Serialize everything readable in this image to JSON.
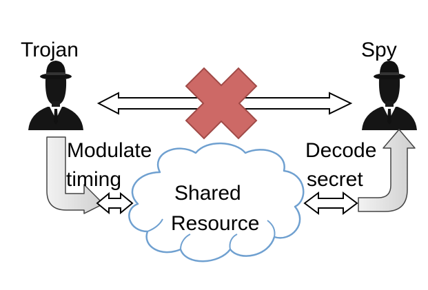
{
  "labels": {
    "trojan": "Trojan",
    "spy": "Spy",
    "modulate_line1": "Modulate",
    "modulate_line2": "timing",
    "decode_line1": "Decode",
    "decode_line2": "secret",
    "cloud_line1": "Shared",
    "cloud_line2": "Resource"
  },
  "icons": {
    "trojan": "spy-person-icon",
    "spy": "spy-person-icon",
    "blocked": "red-x-icon",
    "cloud": "cloud-icon"
  },
  "colors": {
    "cross": "#cd6966",
    "cross_edge": "#a04a47",
    "cloud_edge": "#6fa0d0",
    "arrow_fill": "#ffffff",
    "arrow_grey": "#dcdcdc",
    "arrow_edge": "#000000"
  }
}
